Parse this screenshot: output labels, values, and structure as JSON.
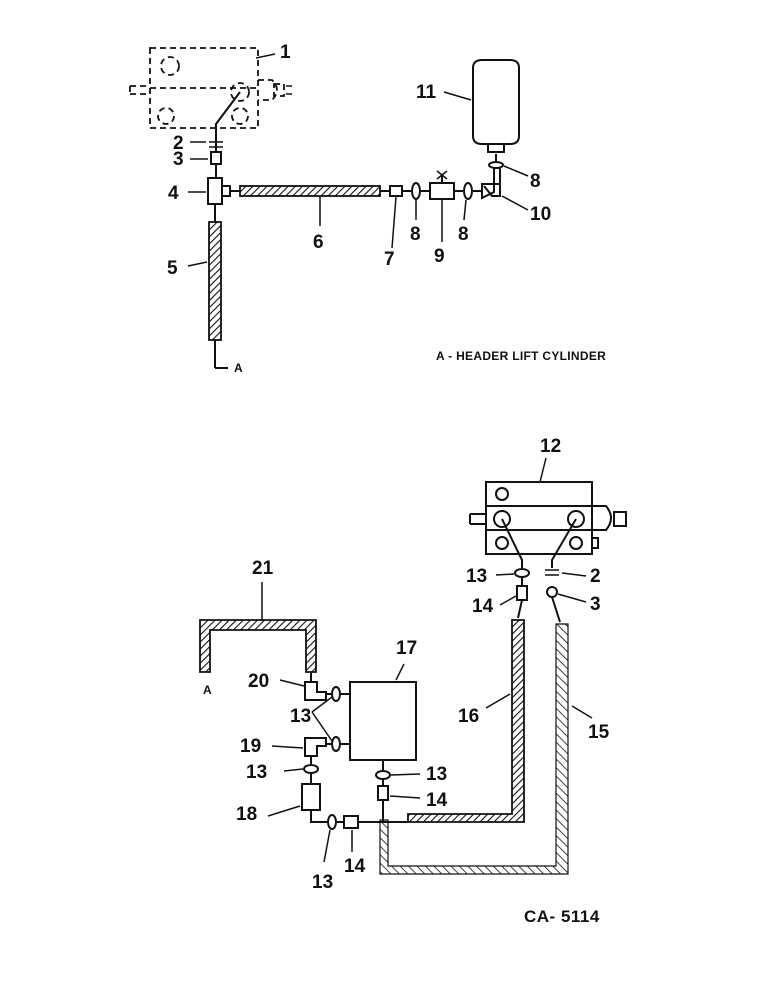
{
  "labels": {
    "p1": "1",
    "p2": "2",
    "p3": "3",
    "p4": "4",
    "p5": "5",
    "p6": "6",
    "p7": "7",
    "p8a": "8",
    "p8b": "8",
    "p8c": "8",
    "p9": "9",
    "p10": "10",
    "p11": "11",
    "p12": "12",
    "p13a": "13",
    "p13b": "13",
    "p13c": "13",
    "p13d": "13",
    "p13e": "13",
    "p14a": "14",
    "p14b": "14",
    "p14c": "14",
    "p15": "15",
    "p16": "16",
    "p17": "17",
    "p18": "18",
    "p19": "19",
    "p20": "20",
    "p21": "21",
    "p2b": "2",
    "p3b": "3",
    "a_top": "A",
    "a_bottom": "A"
  },
  "legend": "A - HEADER LIFT CYLINDER",
  "drawing_number": "CA- 5114"
}
